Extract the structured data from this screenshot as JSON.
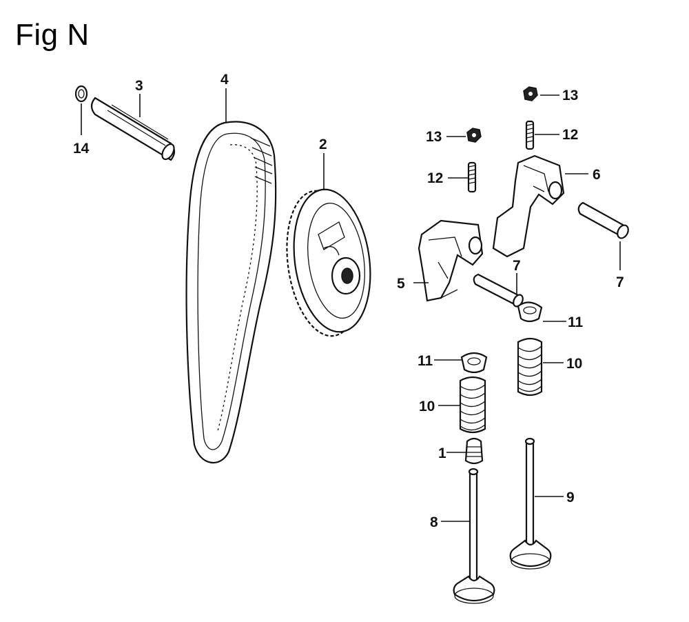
{
  "figure": {
    "title": "Fig N"
  },
  "callouts": {
    "c14": "14",
    "c3": "3",
    "c4": "4",
    "c2": "2",
    "c13a": "13",
    "c13b": "13",
    "c12a": "12",
    "c12b": "12",
    "c6": "6",
    "c5": "5",
    "c7a": "7",
    "c7b": "7",
    "c11a": "11",
    "c11b": "11",
    "c10a": "10",
    "c10b": "10",
    "c1": "1",
    "c8": "8",
    "c9": "9"
  }
}
